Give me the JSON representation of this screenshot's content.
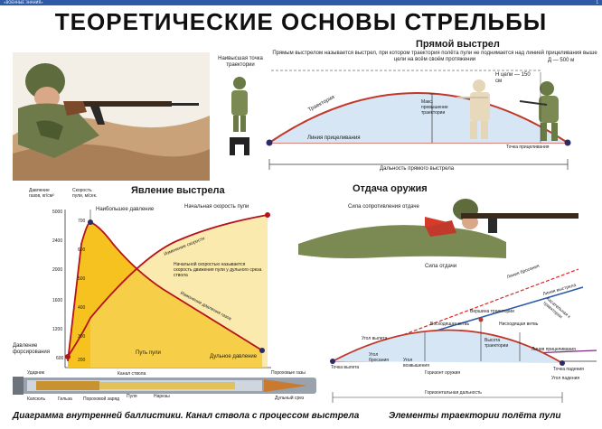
{
  "header": {
    "series_label": "«ВОЕННЫЕ ЗНАНИЯ»",
    "page_num": "1",
    "title": "ТЕОРЕТИЧЕСКИЕ ОСНОВЫ СТРЕЛЬБЫ"
  },
  "direct_shot": {
    "title": "Прямой выстрел",
    "definition": "Прямым выстрелом называется выстрел, при котором траектория полёта пули не поднимается над линией прицеливания выше цели на всём своём протяжении",
    "highest_point": "Наивысшая точка траектории",
    "trajectory": "Траектория",
    "aim_line": "Линия прицеливания",
    "max_exceed": "Макс. превышение траектории",
    "target_height": "Н цели — 150 см",
    "distance_d": "Д — 500 м",
    "aim_point": "Точка прицеливания",
    "range_label": "Дальность прямого выстрела"
  },
  "shot_phenomenon": {
    "title": "Явление выстрела",
    "y_left_label": "Давление газов, кг/см²",
    "y_right_label": "Скорость пули, м/сек.",
    "max_pressure": "Наибольшее давление",
    "muzzle_velocity_top": "Начальная скорость пули",
    "velocity_change": "Изменение скорости",
    "definition": "Начальной скоростью называется скорость движения пули у дульного среза ствола",
    "pressure_change": "Изменение давления газов",
    "bullet_path": "Путь пули",
    "muzzle_pressure": "Дульное давление",
    "forcing_pressure": "Давление форсирования"
  },
  "recoil": {
    "title": "Отдача оружия",
    "resistance": "Сила сопротивления отдаче",
    "force": "Сила отдачи"
  },
  "barrel": {
    "striker": "Ударник",
    "barrel_bore": "Канал ствола",
    "capsule": "Капсюль",
    "sleeve": "Гильза",
    "powder": "Пороховой заряд",
    "bullet": "Пуля",
    "rifling": "Нарезы",
    "powder_gases": "Пороховые газы",
    "muzzle": "Дульный срез"
  },
  "trajectory_elements": {
    "departure_line": "Линия бросания",
    "fire_line": "Линия выстрела",
    "aim_line": "Линия прицеливания",
    "departure_angle": "Угол бросания",
    "elevation_angle": "Угол возвышения",
    "apex": "Вершина траектории",
    "ascending": "Восходящая ветвь",
    "descending": "Нисходящая ветвь",
    "height": "Высота траектории",
    "fire_point": "Точка вылета",
    "departure_point": "Угол вылета",
    "horizon": "Горизонт оружия",
    "impact_point": "Точка падения",
    "impact_angle": "Угол падения",
    "horizontal_range": "Горизонтальная дальность",
    "tangent": "Касательная к траектории"
  },
  "bottom_captions": {
    "left": "Диаграмма внутренней баллистики. Канал ствола с процессом выстрела",
    "right": "Элементы траектории полёта пули"
  }
}
